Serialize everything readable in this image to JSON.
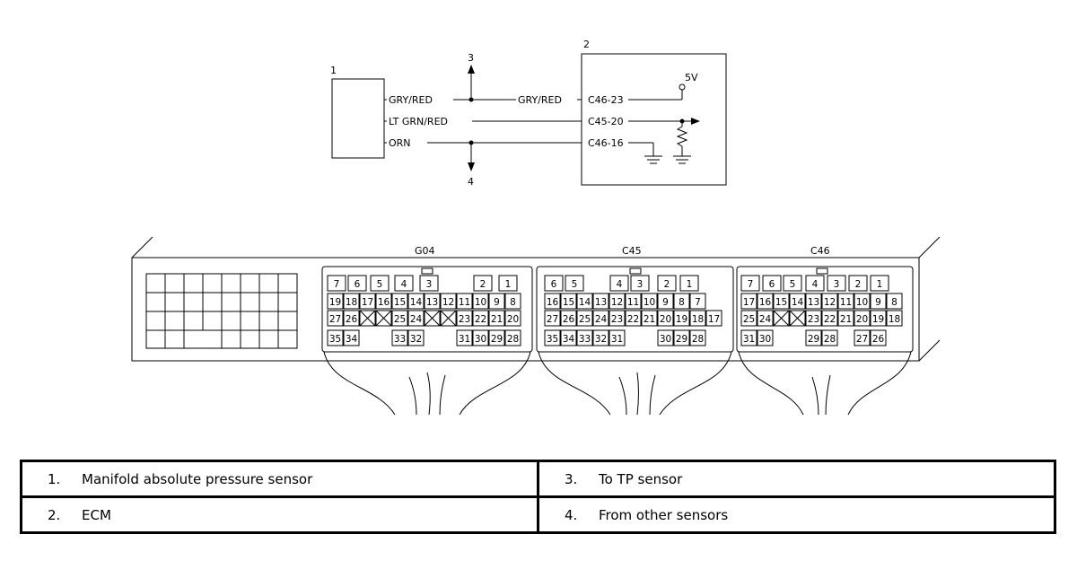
{
  "wiring": {
    "component_1_number": "1",
    "component_2_number": "2",
    "branch_3_number": "3",
    "branch_4_number": "4",
    "wire_top_left": "GRY/RED",
    "wire_top_right": "GRY/RED",
    "wire_mid": "LT GRN/RED",
    "wire_bottom": "ORN",
    "pin_top": "C46-23",
    "pin_mid": "C45-20",
    "pin_bottom": "C46-16",
    "supply_voltage": "5V"
  },
  "connectors": {
    "g04": {
      "name": "G04",
      "rows": [
        [
          "7",
          "6",
          "5",
          "4",
          "3",
          "",
          "2",
          "1"
        ],
        [
          "19",
          "18",
          "17",
          "16",
          "15",
          "14",
          "13",
          "12",
          "11",
          "10",
          "9",
          "8"
        ],
        [
          "27",
          "26",
          "X",
          "X",
          "25",
          "24",
          "X",
          "X",
          "23",
          "22",
          "21",
          "20"
        ],
        [
          "35",
          "34",
          "",
          "",
          "33",
          "32",
          "",
          "",
          "31",
          "30",
          "29",
          "28"
        ]
      ]
    },
    "c45": {
      "name": "C45",
      "rows": [
        [
          "6",
          "5",
          "",
          "4",
          "3",
          "2",
          "1"
        ],
        [
          "16",
          "15",
          "14",
          "13",
          "12",
          "11",
          "10",
          "9",
          "8",
          "7"
        ],
        [
          "27",
          "26",
          "25",
          "24",
          "23",
          "22",
          "21",
          "20",
          "19",
          "18",
          "17"
        ],
        [
          "35",
          "34",
          "33",
          "32",
          "31",
          "",
          "",
          "30",
          "29",
          "28"
        ]
      ]
    },
    "c46": {
      "name": "C46",
      "rows": [
        [
          "7",
          "6",
          "5",
          "4",
          "3",
          "2",
          "1"
        ],
        [
          "17",
          "16",
          "15",
          "14",
          "13",
          "12",
          "11",
          "10",
          "9",
          "8"
        ],
        [
          "25",
          "24",
          "X",
          "X",
          "23",
          "22",
          "21",
          "20",
          "19",
          "18"
        ],
        [
          "31",
          "30",
          "",
          "",
          "29",
          "28",
          "",
          "27",
          "26"
        ]
      ]
    }
  },
  "legend": [
    {
      "num": "1.",
      "text": "Manifold absolute pressure sensor"
    },
    {
      "num": "3.",
      "text": "To TP sensor"
    },
    {
      "num": "2.",
      "text": "ECM"
    },
    {
      "num": "4.",
      "text": "From other sensors"
    }
  ]
}
